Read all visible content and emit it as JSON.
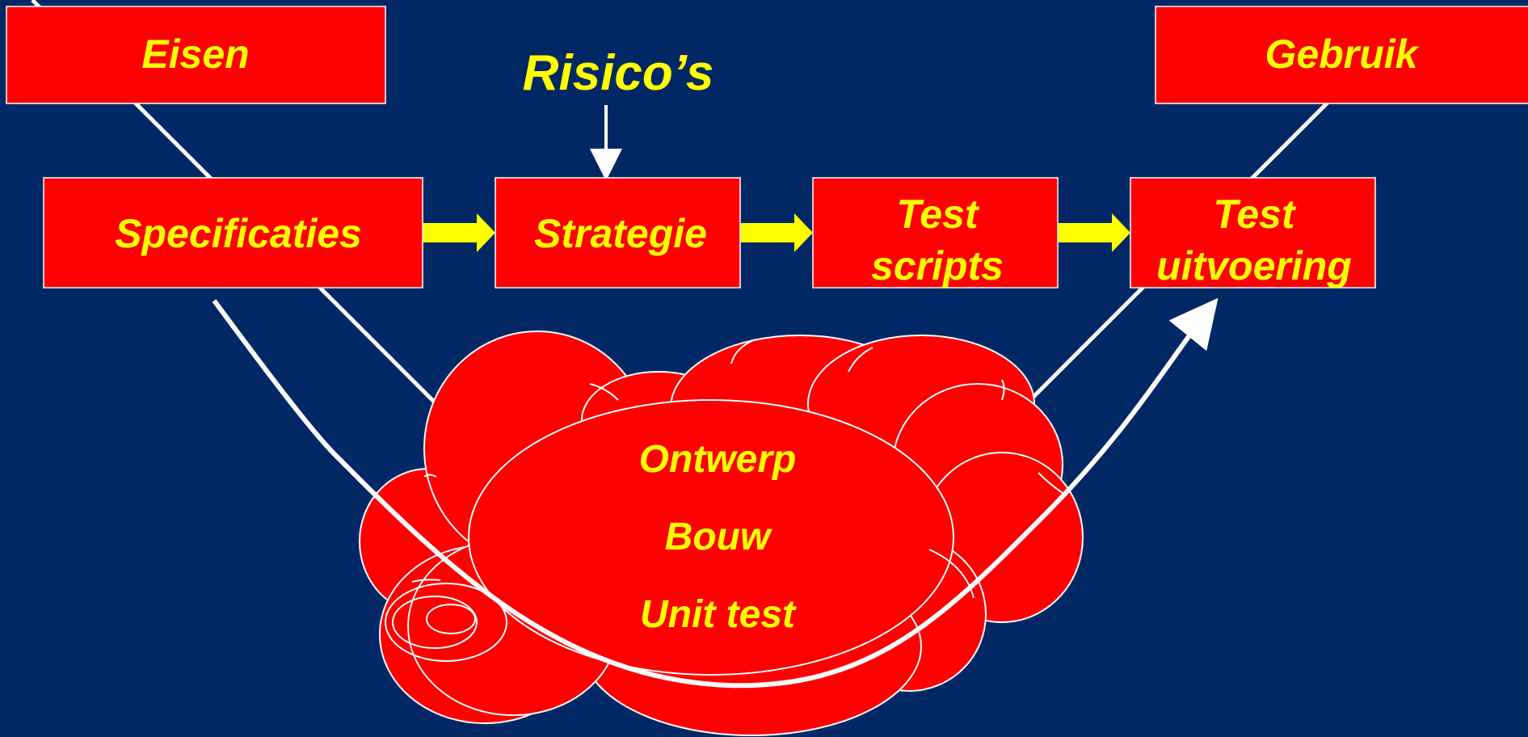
{
  "colors": {
    "background": "#012865",
    "box_fill": "#FF0000",
    "text": "#FFFF00",
    "line": "#FFFFFF",
    "arrow": "#FFFF00"
  },
  "diagram": {
    "top_left_box": "Eisen",
    "top_right_box": "Gebruik",
    "risk_label": "Risico’s",
    "steps": [
      {
        "lines": [
          "Specificaties"
        ]
      },
      {
        "lines": [
          "Strategie"
        ]
      },
      {
        "lines": [
          "Test",
          "scripts"
        ]
      },
      {
        "lines": [
          "Test",
          "uitvoering"
        ]
      }
    ],
    "cloud": {
      "lines": [
        "Ontwerp",
        "Bouw",
        "Unit test"
      ]
    }
  }
}
